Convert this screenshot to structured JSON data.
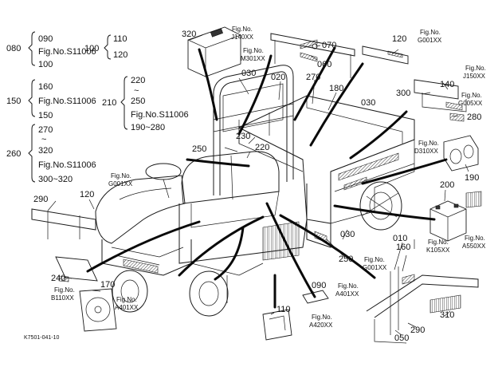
{
  "groups": [
    {
      "code": "080",
      "lines": [
        "090",
        "Fig.No.S11006",
        "100"
      ]
    },
    {
      "code": "100",
      "lines": [
        "110",
        "120"
      ]
    },
    {
      "code": "150",
      "lines": [
        "160",
        "Fig.No.S11006",
        "150"
      ]
    },
    {
      "code": "210",
      "lines": [
        "220",
        "~",
        "250",
        "Fig.No.S11006",
        "190~280"
      ]
    },
    {
      "code": "260",
      "lines": [
        "270",
        "~",
        "320",
        "Fig.No.S11006",
        "300~320"
      ]
    }
  ],
  "callouts": [
    "320",
    "070",
    "060",
    "120",
    "030",
    "020",
    "270",
    "180",
    "030",
    "140",
    "300",
    "280",
    "250",
    "230",
    "220",
    "190",
    "120",
    "290",
    "200",
    "010",
    "160",
    "030",
    "250",
    "240",
    "170",
    "090",
    "110",
    "050",
    "290",
    "310"
  ],
  "figrefs": [
    [
      "Fig.No.",
      "J140XX"
    ],
    [
      "Fig.No.",
      "M301XX"
    ],
    [
      "Fig.No.",
      "G001XX"
    ],
    [
      "Fig.No.",
      "J150XX"
    ],
    [
      "Fig.No.",
      "G005XX"
    ],
    [
      "Fig.No.",
      "D310XX"
    ],
    [
      "Fig.No.",
      "G001XX"
    ],
    [
      "Fig.No.",
      "A550XX"
    ],
    [
      "Fig.No.",
      "K105XX"
    ],
    [
      "Fig.No.",
      "G001XX"
    ],
    [
      "Fig.No.",
      "A401XX"
    ],
    [
      "Fig.No.",
      "B110XX"
    ],
    [
      "Fig.No.",
      "A401XX"
    ],
    [
      "Fig.No.",
      "A420XX"
    ]
  ],
  "footer_code": "K7501-041-10"
}
